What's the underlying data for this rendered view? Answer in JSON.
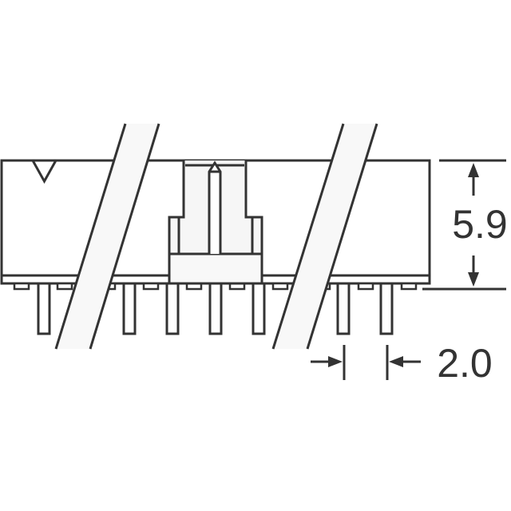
{
  "diagram": {
    "type": "connector-side-view-dimension-drawing",
    "colors": {
      "line": "#333333",
      "background": "#ffffff",
      "break_band": "#f8f8f8",
      "key_fill": "#f6f6f6"
    },
    "dimensions": {
      "height": {
        "value": "5.9",
        "orientation": "vertical"
      },
      "pitch": {
        "value": "2.0",
        "orientation": "horizontal"
      }
    },
    "features": {
      "polarity_marker": "triangle",
      "break_lines": 2,
      "visible_pins": 7,
      "center_key": "polarization-key-with-pin"
    }
  }
}
